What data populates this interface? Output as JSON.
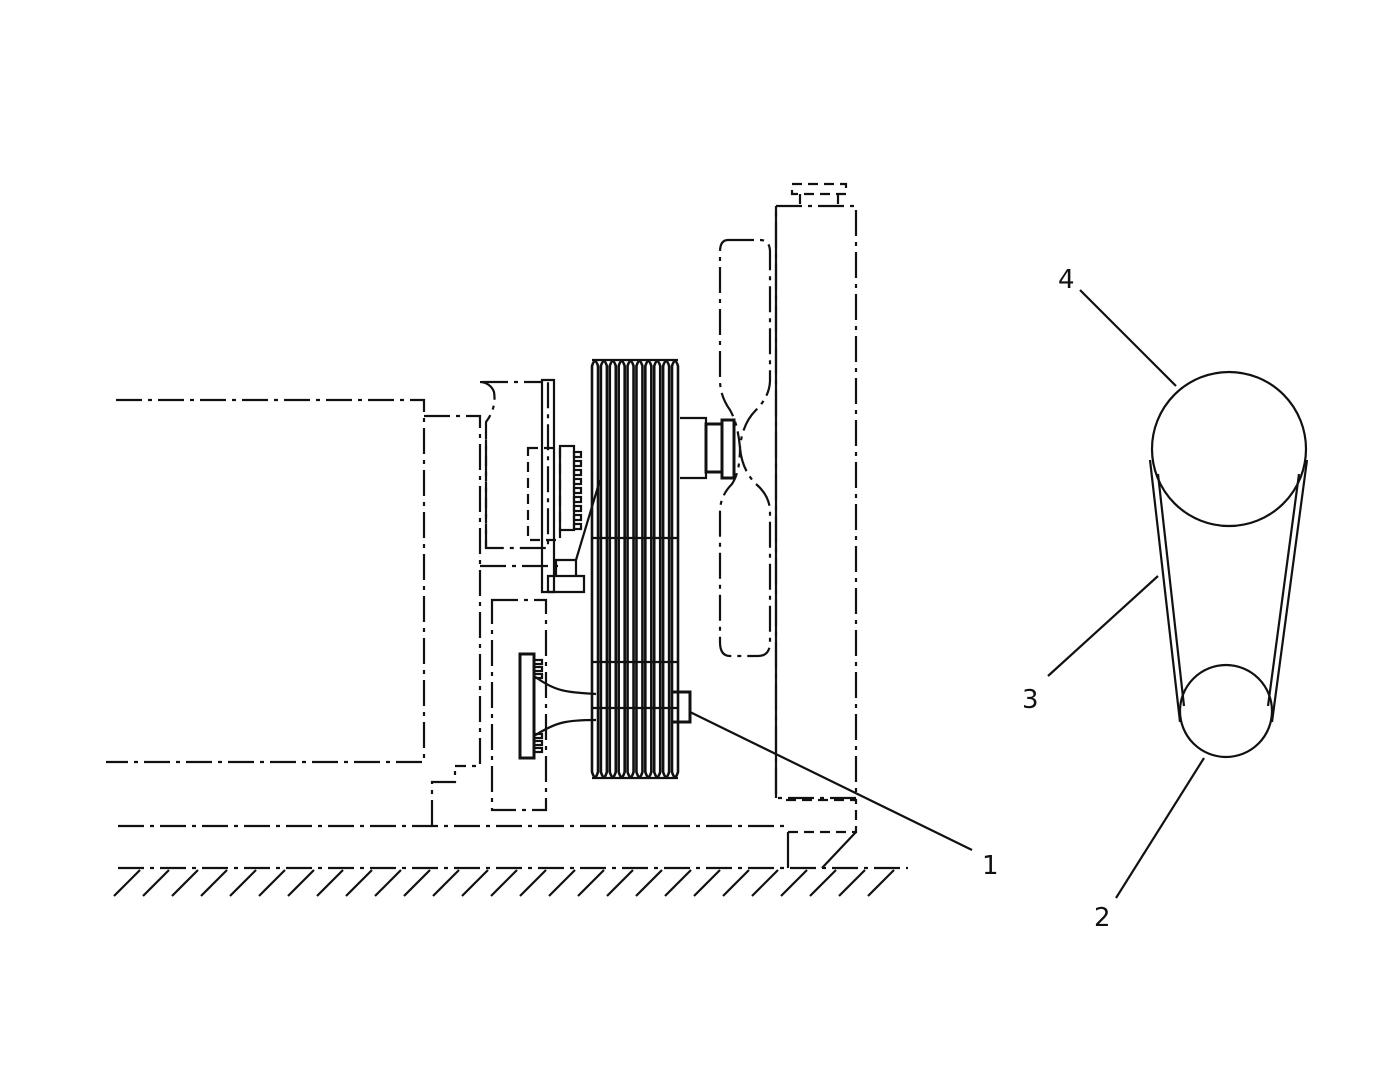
{
  "labels": {
    "l1": "1",
    "l2": "2",
    "l3": "3",
    "l4": "4"
  },
  "colors": {
    "line": "#111111",
    "background": "#ffffff"
  }
}
